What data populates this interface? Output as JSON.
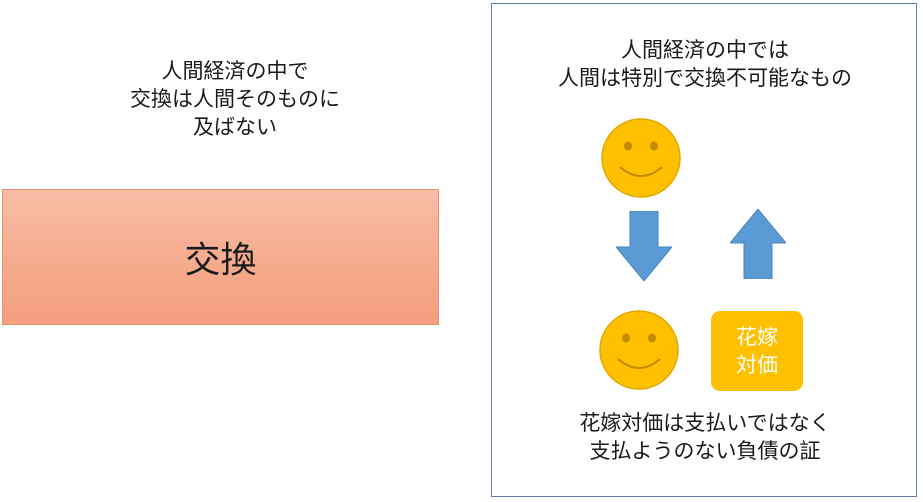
{
  "left": {
    "caption_lines": [
      "人間経済の中で",
      "交換は人間そのものに",
      "及ばない"
    ],
    "exchange_label": "交換",
    "box_color": "#f5a98b"
  },
  "right": {
    "top_caption_lines": [
      "人間経済の中では",
      "人間は特別で交換不可能なもの"
    ],
    "bride_price_lines": [
      "花嫁",
      "対価"
    ],
    "bottom_caption_lines": [
      "花嫁対価は支払いではなく",
      "支払ようのない負債の証"
    ],
    "smiley_color": "#ffc000",
    "arrow_color": "#5b9bd5",
    "border_color": "#5b7fa6"
  }
}
